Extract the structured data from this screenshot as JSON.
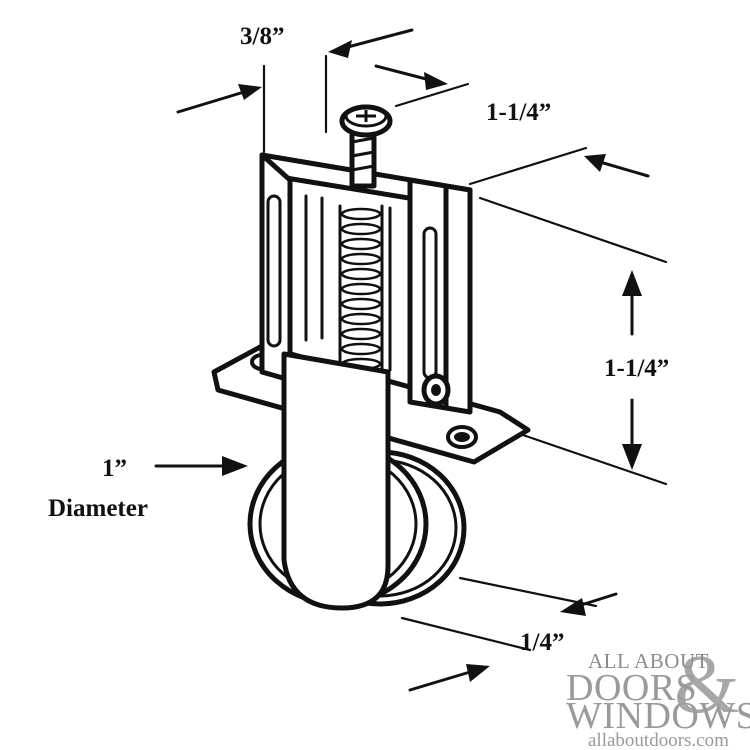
{
  "labels": {
    "screw_width": "3/8”",
    "bracket_depth": "1-1/4”",
    "bracket_height": "1-1/4”",
    "wheel_diameter_value": "1”",
    "wheel_diameter_word": "Diameter",
    "wheel_width": "1/4”"
  },
  "watermark": {
    "line1": "ALL ABOUT",
    "line2": "DOORS",
    "ampersand": "&",
    "line3": "WINDOWS",
    "url": "allaboutdoors.com"
  }
}
